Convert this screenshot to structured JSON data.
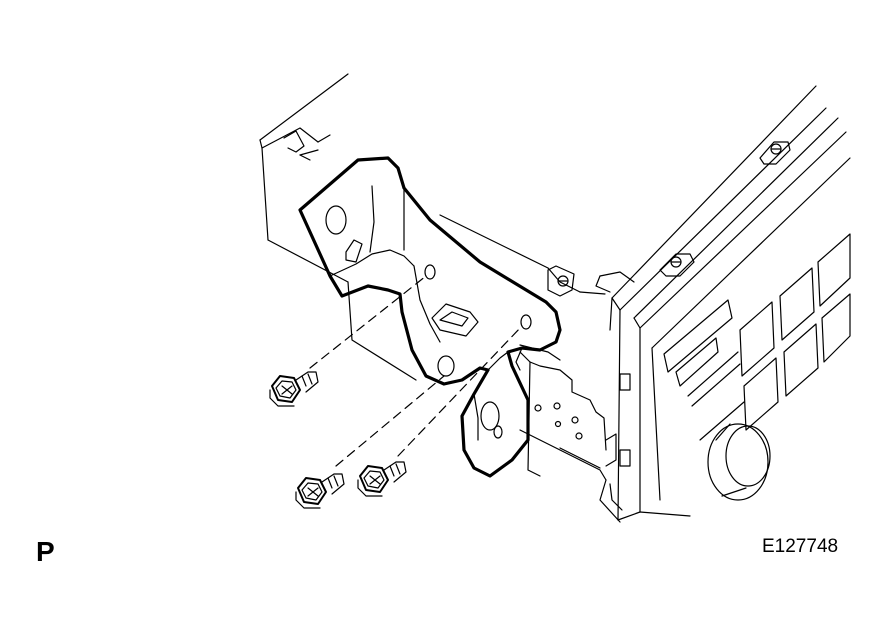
{
  "labels": {
    "side_letter": "P",
    "figure_code": "E127748"
  },
  "colors": {
    "line": "#000000",
    "background": "#ffffff"
  },
  "parts": [
    {
      "name": "radio-unit",
      "icon": "radio-unit-outline"
    },
    {
      "name": "mounting-bracket",
      "icon": "bracket-outline"
    },
    {
      "name": "bolt",
      "count": 3,
      "icon": "hex-flange-bolt"
    }
  ]
}
